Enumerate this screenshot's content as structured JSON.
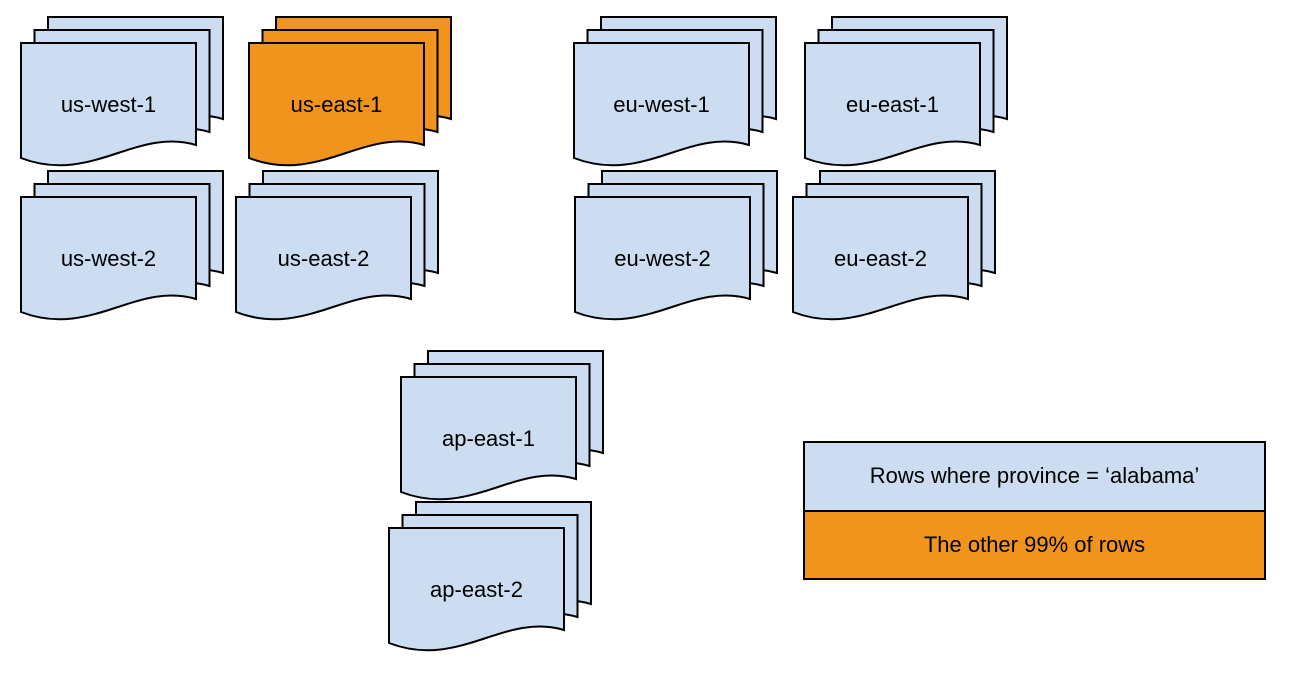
{
  "diagram": {
    "regions": [
      {
        "label": "us-west-1",
        "fill": "#cdddf1"
      },
      {
        "label": "us-east-1",
        "fill": "#f0941e"
      },
      {
        "label": "eu-west-1",
        "fill": "#cdddf1"
      },
      {
        "label": "eu-east-1",
        "fill": "#cdddf1"
      },
      {
        "label": "us-west-2",
        "fill": "#cdddf1"
      },
      {
        "label": "us-east-2",
        "fill": "#cdddf1"
      },
      {
        "label": "eu-west-2",
        "fill": "#cdddf1"
      },
      {
        "label": "eu-east-2",
        "fill": "#cdddf1"
      },
      {
        "label": "ap-east-1",
        "fill": "#cdddf1"
      },
      {
        "label": "ap-east-2",
        "fill": "#cdddf1"
      }
    ],
    "legend": {
      "items": [
        {
          "label": "Rows where province = ‘alabama’",
          "fill": "#cdddf1"
        },
        {
          "label": "The other 99% of rows",
          "fill": "#f0941e"
        }
      ]
    },
    "colors": {
      "default_fill": "#cdddf1",
      "highlight_fill": "#f0941e",
      "stroke": "#000000",
      "background": "#ffffff"
    }
  }
}
